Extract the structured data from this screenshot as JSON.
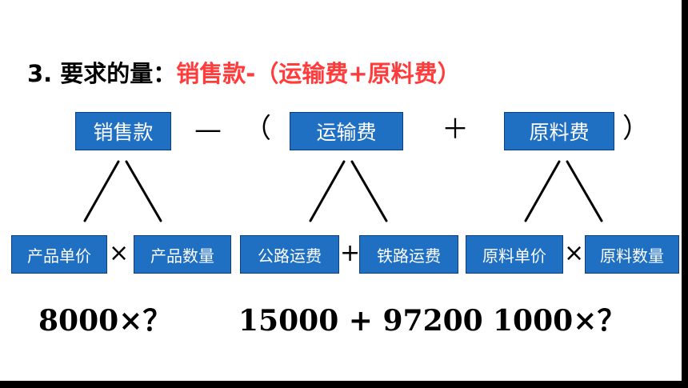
{
  "heading": {
    "prefix": "3. 要求的量：",
    "formula": "销售款-（运输费+原料费）"
  },
  "top_row": {
    "sales_label": "销售款",
    "minus": "—",
    "open_paren": "（",
    "transport_label": "运输费",
    "plus": "＋",
    "material_label": "原料费",
    "close_paren": "）"
  },
  "bottom_row": {
    "unit_price_label": "产品单价",
    "times_1": "×",
    "quantity_label": "产品数量",
    "road_label": "公路运费",
    "plus": "+",
    "rail_label": "铁路运费",
    "material_price_label": "原料单价",
    "times_2": "×",
    "material_qty_label": "原料数量"
  },
  "expressions": {
    "sales": "8000×？",
    "transport": "15000 + 97200",
    "material": "1000×？"
  },
  "colors": {
    "box_fill": "#1f6fc2",
    "formula_text": "#ff3b3b"
  }
}
